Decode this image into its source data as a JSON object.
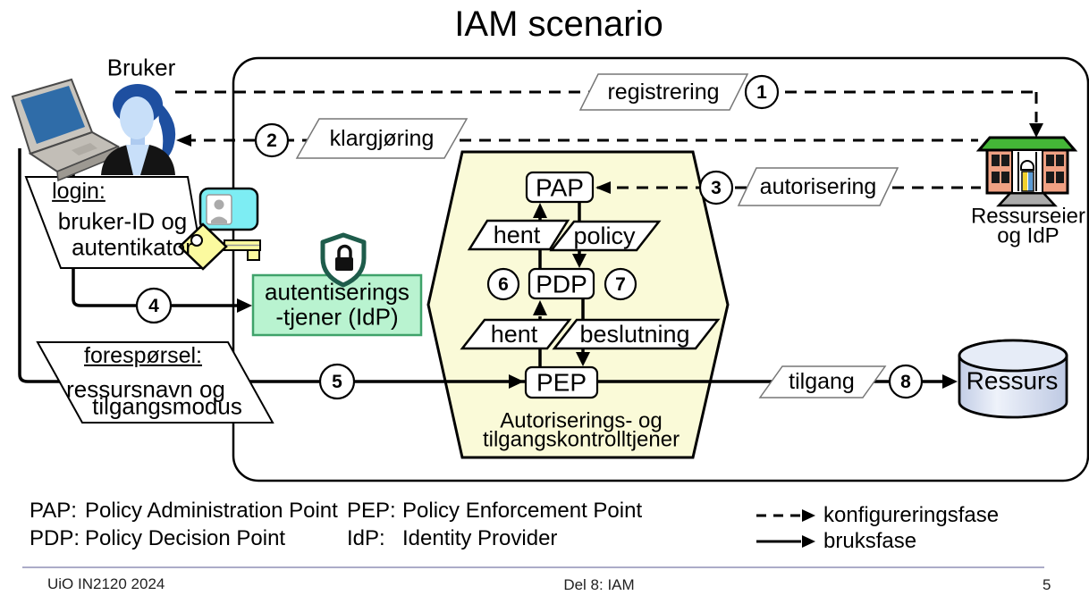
{
  "slide": {
    "title": "IAM scenario",
    "footer": {
      "course": "UiO IN2120 2024",
      "section": "Del 8: IAM",
      "page": "5"
    }
  },
  "actors": {
    "user_label": "Bruker",
    "resource_owner_line1": "Ressurseier",
    "resource_owner_line2": "og IdP",
    "resource_label": "Ressurs"
  },
  "notes": {
    "login": {
      "heading": "login:",
      "line1": "bruker-ID og",
      "line2": "autentikator"
    },
    "request": {
      "heading": "forespørsel:",
      "line1": "ressursnavn og",
      "line2": "tilgangsmodus"
    }
  },
  "services": {
    "auth_server_line1": "autentiserings",
    "auth_server_line2": "-tjener (IdP)",
    "authz_box_line1": "Autoriserings- og",
    "authz_box_line2": "tilgangskontrolltjener",
    "pap": "PAP",
    "pdp": "PDP",
    "pep": "PEP"
  },
  "flows": {
    "registrering": "registrering",
    "klargjoring": "klargjøring",
    "autorisering": "autorisering",
    "tilgang": "tilgang",
    "hent_upper": "hent",
    "policy": "policy",
    "hent_lower": "hent",
    "beslutning": "beslutning"
  },
  "steps": [
    "1",
    "2",
    "3",
    "4",
    "5",
    "6",
    "7",
    "8"
  ],
  "legend": {
    "abbreviations": [
      {
        "term": "PAP:",
        "definition": "Policy Administration Point"
      },
      {
        "term": "PDP:",
        "definition": "Policy Decision Point"
      },
      {
        "term": "PEP:",
        "definition": "Policy Enforcement Point"
      },
      {
        "term": "IdP:",
        "definition": "Identity Provider"
      }
    ],
    "phases": [
      {
        "label": "konfigureringsfase",
        "line_style": "dashed"
      },
      {
        "label": "bruksfase",
        "line_style": "solid"
      }
    ]
  },
  "colors": {
    "hexagon_fill": "#FAFAD8",
    "auth_server_fill": "#B9F3D0",
    "auth_server_border": "#3FA26A",
    "shield_green": "#1E5C4B",
    "id_card_cyan": "#7DEDF3",
    "key_yellow": "#FBFA9F",
    "building_wall": "#F0A183",
    "building_roof": "#44B637",
    "cylinder_fill": "#D7E0F2",
    "footer_line": "#9191B5"
  }
}
